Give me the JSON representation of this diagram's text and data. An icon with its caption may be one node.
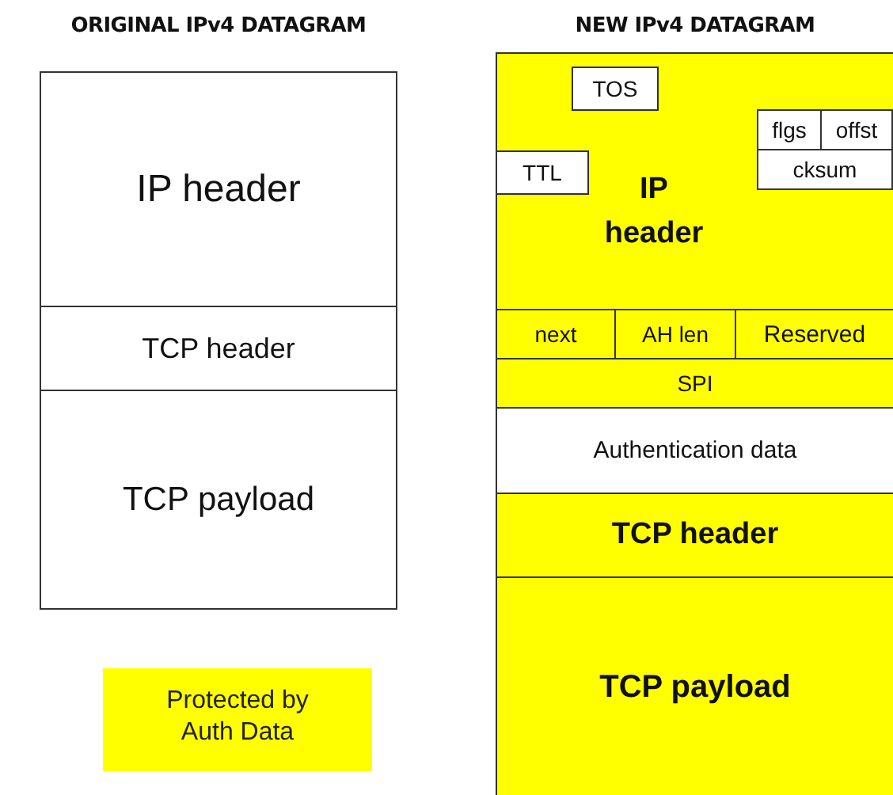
{
  "diagram": {
    "nodes": [
      {
        "text": [
          "ORIGINAL IPv4 DATAGRAM"
        ]
      },
      {
        "text": [
          "IP header"
        ],
        "in": 0
      },
      {
        "text": [
          "TCP header"
        ],
        "in": 0
      },
      {
        "text": [
          "TCP payload"
        ],
        "in": 0
      },
      {
        "text": [
          "NEW IPv4 DATAGRAM"
        ]
      },
      {
        "text": [
          "IP header"
        ],
        "in": 4
      },
      {
        "text": [
          "TOS"
        ],
        "in": 5
      },
      {
        "text": [
          "TTL"
        ],
        "in": 5
      },
      {
        "text": [
          "flgs"
        ],
        "in": 5
      },
      {
        "text": [
          "offst"
        ],
        "in": 5
      },
      {
        "text": [
          "cksum"
        ],
        "in": 5
      },
      {
        "text": [
          "next"
        ],
        "in": 4
      },
      {
        "text": [
          "AH len"
        ],
        "in": 4
      },
      {
        "text": [
          "Reserved"
        ],
        "in": 4
      },
      {
        "text": [
          "SPI"
        ],
        "in": 4
      },
      {
        "text": [
          "Authentication data"
        ],
        "in": 4
      },
      {
        "text": [
          "TCP header"
        ],
        "in": 4
      },
      {
        "text": [
          "TCP payload"
        ],
        "in": 4
      }
    ],
    "edges": [],
    "legend": [
      {
        "text": "Protected by Auth Data",
        "color": "#ffff00"
      }
    ]
  }
}
